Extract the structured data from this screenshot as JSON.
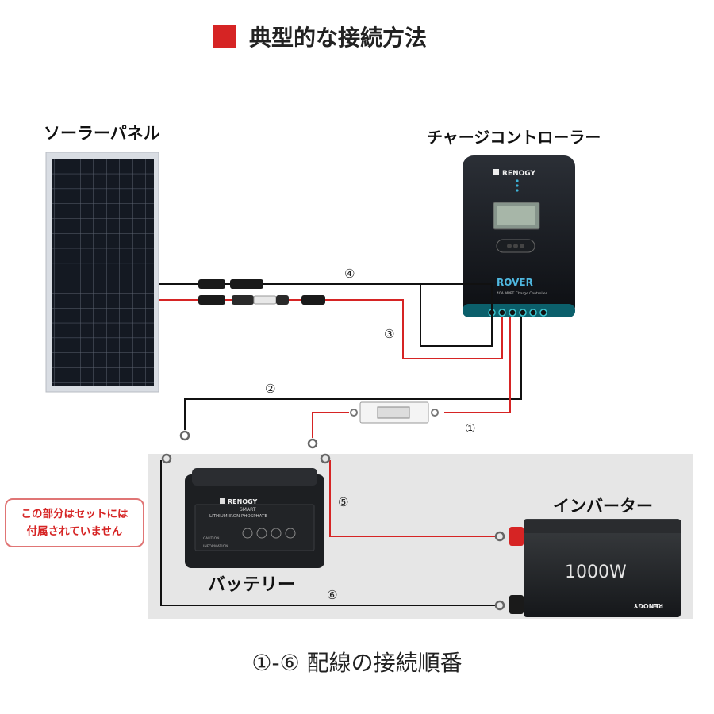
{
  "header": {
    "title": "典型的な接続方法",
    "accent": "#d62424"
  },
  "components": {
    "solar_panel": "ソーラーパネル",
    "charge_controller": "チャージコントローラー",
    "battery": "バッテリー",
    "inverter": "インバーター"
  },
  "devices": {
    "controller_brand": "RENOGY",
    "controller_model": "ROVER",
    "controller_subtitle": "40A MPPT Charge Controller",
    "battery_brand": "RENOGY",
    "battery_line1": "SMART",
    "battery_line2": "LITHIUM IRON PHOSPHATE",
    "battery_caution": "CAUTION",
    "battery_info": "INFORMATION",
    "inverter_brand": "RENOGY",
    "inverter_rating": "1000W"
  },
  "wires": {
    "w1": "①",
    "w2": "②",
    "w3": "③",
    "w4": "④",
    "w5": "⑤",
    "w6": "⑥",
    "positive_color": "#d62424",
    "negative_color": "#111111"
  },
  "note": {
    "line1": "この部分はセットには",
    "line2": "付属されていません"
  },
  "caption": "①-⑥ 配線の接続順番"
}
